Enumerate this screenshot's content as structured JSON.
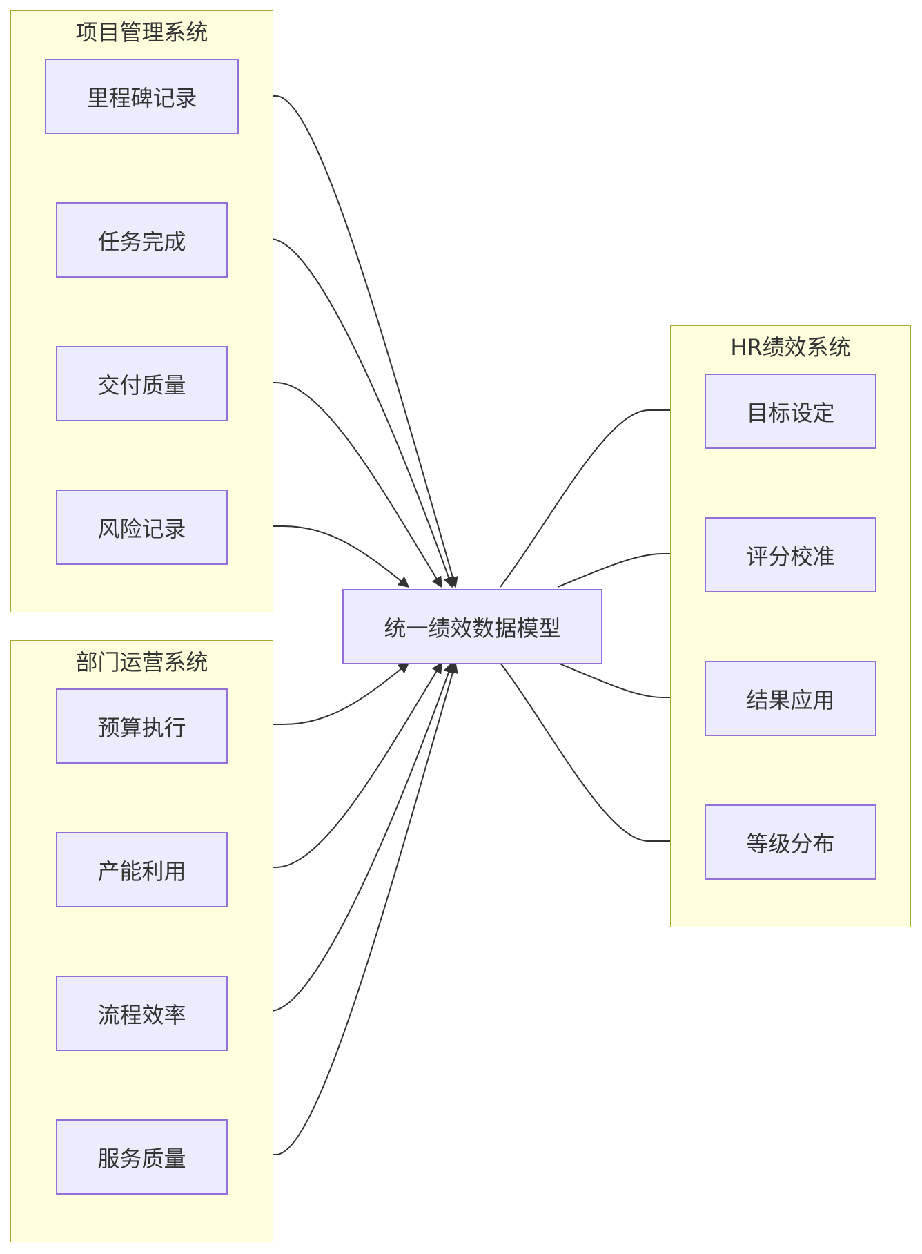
{
  "colors": {
    "cluster_fill": "#ffffde",
    "cluster_border": "#aaaa33",
    "node_fill": "#ececff",
    "node_border": "#9370db",
    "edge": "#333333",
    "text": "#333333"
  },
  "clusters": {
    "project": {
      "title": "项目管理系统"
    },
    "department": {
      "title": "部门运营系统"
    },
    "hr": {
      "title": "HR绩效系统"
    }
  },
  "nodes": {
    "milestone": {
      "label": "里程碑记录"
    },
    "task_done": {
      "label": "任务完成"
    },
    "delivery_quality": {
      "label": "交付质量"
    },
    "risk_record": {
      "label": "风险记录"
    },
    "budget_exec": {
      "label": "预算执行"
    },
    "capacity_use": {
      "label": "产能利用"
    },
    "process_eff": {
      "label": "流程效率"
    },
    "service_quality": {
      "label": "服务质量"
    },
    "model": {
      "label": "统一绩效数据模型"
    },
    "goal_setting": {
      "label": "目标设定"
    },
    "score_calib": {
      "label": "评分校准"
    },
    "result_apply": {
      "label": "结果应用"
    },
    "grade_dist": {
      "label": "等级分布"
    }
  },
  "edges": [
    {
      "from": "milestone",
      "to": "model"
    },
    {
      "from": "task_done",
      "to": "model"
    },
    {
      "from": "delivery_quality",
      "to": "model"
    },
    {
      "from": "risk_record",
      "to": "model"
    },
    {
      "from": "budget_exec",
      "to": "model"
    },
    {
      "from": "capacity_use",
      "to": "model"
    },
    {
      "from": "process_eff",
      "to": "model"
    },
    {
      "from": "service_quality",
      "to": "model"
    },
    {
      "from": "model",
      "to": "goal_setting"
    },
    {
      "from": "model",
      "to": "score_calib"
    },
    {
      "from": "model",
      "to": "result_apply"
    },
    {
      "from": "model",
      "to": "grade_dist"
    }
  ]
}
